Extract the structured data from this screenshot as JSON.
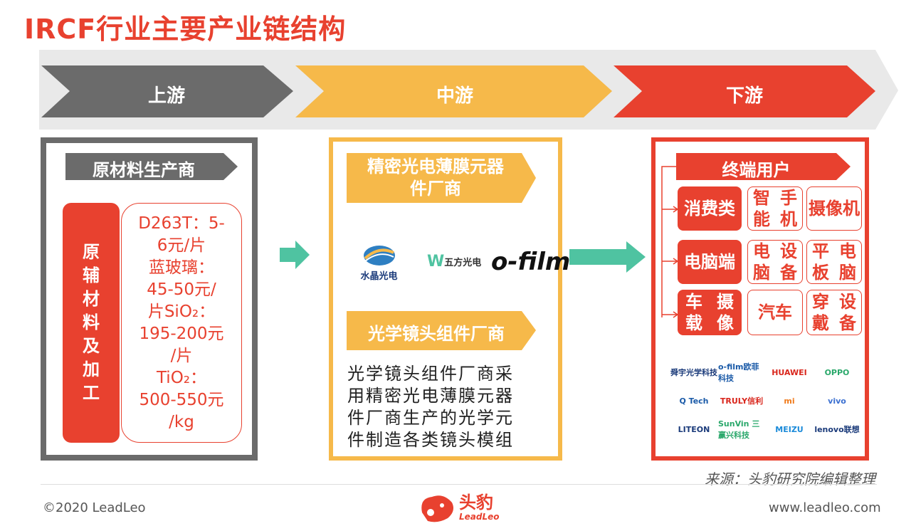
{
  "title": "IRCF行业主要产业链结构",
  "stages": {
    "up": "上游",
    "mid": "中游",
    "down": "下游"
  },
  "upstream": {
    "header": "原材料生产商",
    "category": [
      "原",
      "辅",
      "材",
      "料",
      "及",
      "加",
      "工"
    ],
    "prices": [
      {
        "text": "D263T：5-"
      },
      {
        "text": "6元/片"
      },
      {
        "text": "蓝玻璃："
      },
      {
        "text": "45-50元/"
      },
      {
        "text": "片SiO₂："
      },
      {
        "text": "195-200元"
      },
      {
        "text": "/片"
      },
      {
        "text": "TiO₂："
      },
      {
        "text": "500-550元"
      },
      {
        "text": "/kg"
      }
    ]
  },
  "midstream": {
    "header1_line1": "精密光电薄膜元器",
    "header1_line2": "件厂商",
    "logos": [
      "水晶光电",
      "五方光电",
      "o-film"
    ],
    "header2": "光学镜头组件厂商",
    "description_lines": [
      "光学镜头组件厂商采",
      "用精密光电薄膜元器",
      "件厂商生产的光学元",
      "件制造各类镜头模组"
    ]
  },
  "downstream": {
    "header": "终端用户",
    "rows": [
      {
        "category": [
          "消费",
          "类"
        ],
        "items": [
          [
            "智能",
            "手机"
          ],
          [
            "摄像",
            "机"
          ]
        ]
      },
      {
        "category": [
          "电脑",
          "端"
        ],
        "items": [
          [
            "电脑",
            "设备"
          ],
          [
            "平板",
            "电脑"
          ]
        ]
      },
      {
        "category": [
          "车载",
          "摄像"
        ],
        "items": [
          [
            "汽车"
          ],
          [
            "穿戴",
            "设备"
          ]
        ]
      }
    ],
    "brands": [
      "舜宇光学科技",
      "o-film欧菲科技",
      "HUAWEI",
      "OPPO",
      "Q Tech",
      "TRULY信利",
      "mi",
      "vivo",
      "LITEON",
      "SunVin 三赢兴科技",
      "MEIZU",
      "lenovo联想"
    ]
  },
  "source": "来源：头豹研究院编辑整理",
  "copyright": "©2020 LeadLeo",
  "logo_text": "头豹",
  "logo_sub": "LeadLeo",
  "website": "www.leadleo.com",
  "colors": {
    "red": "#e8412f",
    "orange": "#f6b94a",
    "gray": "#6b6b6b",
    "teal": "#4fc3a1"
  }
}
